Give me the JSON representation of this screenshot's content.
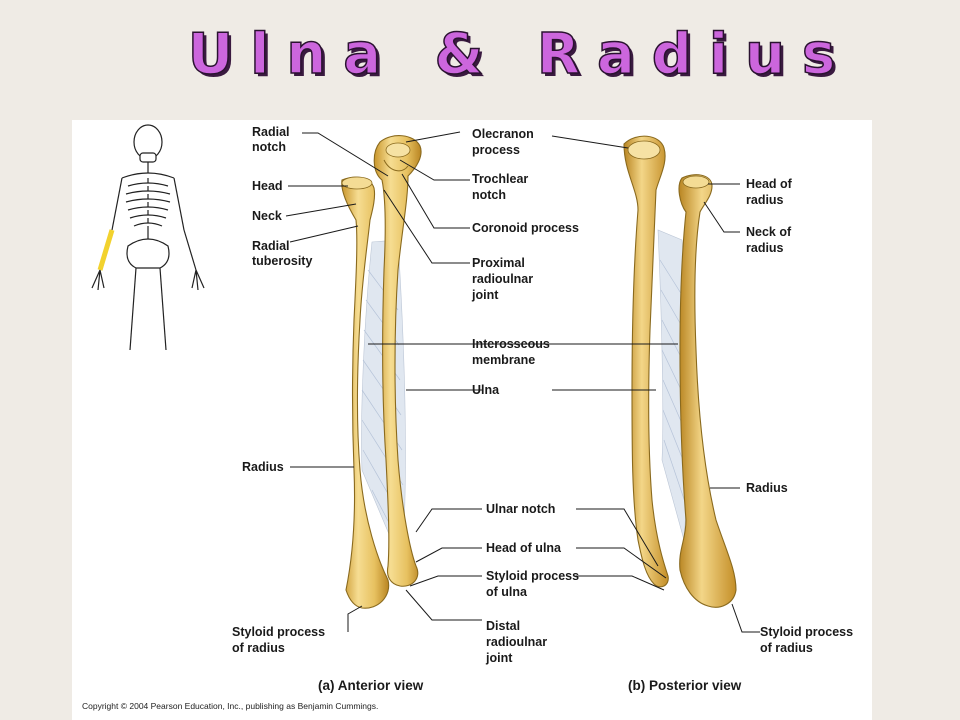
{
  "title": "Ulna & Radius",
  "diagram": {
    "labels_anterior_left": {
      "radial_notch_1": "Radial",
      "radial_notch_2": "notch",
      "head": "Head",
      "neck": "Neck",
      "radial_tuberosity_1": "Radial",
      "radial_tuberosity_2": "tuberosity",
      "radius": "Radius",
      "styloid_radius_1": "Styloid process",
      "styloid_radius_2": "of radius"
    },
    "labels_center": {
      "olecranon_1": "Olecranon",
      "olecranon_2": "process",
      "trochlear_1": "Trochlear",
      "trochlear_2": "notch",
      "coronoid": "Coronoid process",
      "proximal_1": "Proximal",
      "proximal_2": "radioulnar",
      "proximal_3": "joint",
      "interosseous_1": "Interosseous",
      "interosseous_2": "membrane",
      "ulna": "Ulna",
      "ulnar_notch": "Ulnar notch",
      "head_of_ulna": "Head of ulna",
      "styloid_ulna_1": "Styloid process",
      "styloid_ulna_2": "of ulna",
      "distal_1": "Distal",
      "distal_2": "radioulnar",
      "distal_3": "joint"
    },
    "labels_posterior_right": {
      "head_of_radius_1": "Head of",
      "head_of_radius_2": "radius",
      "neck_of_radius_1": "Neck of",
      "neck_of_radius_2": "radius",
      "radius": "Radius",
      "styloid_radius_1": "Styloid process",
      "styloid_radius_2": "of radius"
    },
    "captions": {
      "anterior": "(a) Anterior view",
      "posterior": "(b) Posterior view"
    },
    "copyright": "Copyright © 2004 Pearson Education, Inc., publishing as Benjamin Cummings."
  },
  "colors": {
    "title": "#cc66dd",
    "bone": "#e8c56a",
    "membrane": "#dfe6f0",
    "highlight_forearm": "#f2d22e"
  }
}
